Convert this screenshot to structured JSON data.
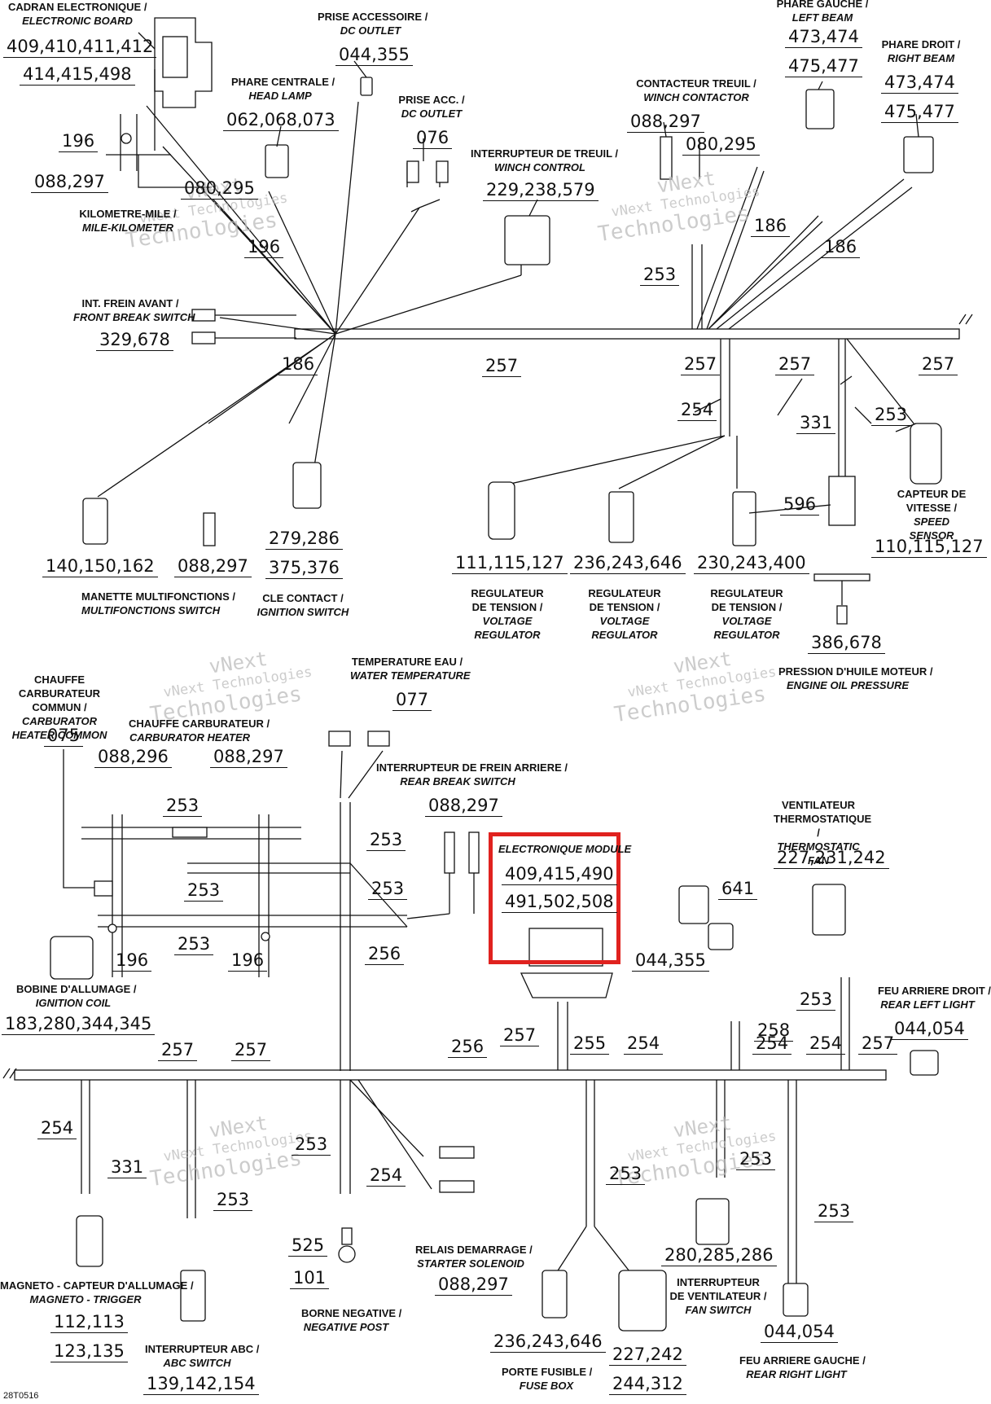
{
  "highlight_color": "#e0221f",
  "watermark": "vNext Technologies",
  "page_code": "28T0516",
  "components": [
    {
      "fr": "CADRAN ELECTRONIQUE /",
      "en": "ELECTRONIC BOARD",
      "parts": [
        "409,410,411,412",
        "414,415,498"
      ]
    },
    {
      "fr": "PRISE ACCESSOIRE /",
      "en": "DC OUTLET",
      "parts": [
        "044,355"
      ]
    },
    {
      "fr": "PHARE CENTRALE /",
      "en": "HEAD LAMP",
      "parts": [
        "062,068,073"
      ]
    },
    {
      "fr": "PRISE ACC. /",
      "en": "DC OUTLET",
      "parts": [
        "076"
      ]
    },
    {
      "fr": "INTERRUPTEUR DE TREUIL /",
      "en": "WINCH CONTROL",
      "parts": [
        "229,238,579"
      ]
    },
    {
      "fr": "CONTACTEUR TREUIL /",
      "en": "WINCH CONTACTOR",
      "parts": [
        "088,297",
        "080,295"
      ]
    },
    {
      "fr": "PHARE GAUCHE /",
      "en": "LEFT BEAM",
      "parts": [
        "473,474",
        "475,477"
      ]
    },
    {
      "fr": "PHARE DROIT /",
      "en": "RIGHT BEAM",
      "parts": [
        "473,474",
        "475,477"
      ]
    },
    {
      "fr": "KILOMETRE-MILE /",
      "en": "MILE-KILOMETER",
      "parts": [
        "196",
        "088,297",
        "080,295",
        "196"
      ]
    },
    {
      "fr": "INT. FREIN AVANT /",
      "en": "FRONT BREAK SWITCH",
      "parts": [
        "329,678"
      ]
    },
    {
      "fr": "MANETTE MULTIFONCTIONS /",
      "en": "MULTIFONCTIONS SWITCH",
      "parts": [
        "140,150,162",
        "088,297"
      ]
    },
    {
      "fr": "CLE CONTACT /",
      "en": "IGNITION SWITCH",
      "parts": [
        "279,286",
        "375,376"
      ]
    },
    {
      "fr": "REGULATEUR DE TENSION /",
      "en": "VOLTAGE REGULATOR",
      "parts": [
        "111,115,127"
      ]
    },
    {
      "fr": "REGULATEUR DE TENSION /",
      "en": "VOLTAGE REGULATOR",
      "parts": [
        "236,243,646"
      ]
    },
    {
      "fr": "REGULATEUR DE TENSION /",
      "en": "VOLTAGE REGULATOR",
      "parts": [
        "230,243,400"
      ]
    },
    {
      "fr": "CAPTEUR DE VITESSE /",
      "en": "SPEED SENSOR",
      "parts": [
        "110,115,127"
      ]
    },
    {
      "fr": "PRESSION D'HUILE MOTEUR /",
      "en": "ENGINE OIL PRESSURE",
      "parts": [
        "596",
        "386,678"
      ]
    },
    {
      "fr": "CHAUFFE CARBURATEUR COMMUN /",
      "en": "CARBURATOR HEATER COMMON",
      "parts": [
        "075"
      ]
    },
    {
      "fr": "CHAUFFE CARBURATEUR /",
      "en": "CARBURATOR HEATER",
      "parts": [
        "088,296",
        "088,297"
      ]
    },
    {
      "fr": "TEMPERATURE EAU /",
      "en": "WATER TEMPERATURE",
      "parts": [
        "077"
      ]
    },
    {
      "fr": "INTERRUPTEUR DE FREIN ARRIERE /",
      "en": "REAR BREAK SWITCH",
      "parts": [
        "088,297"
      ]
    },
    {
      "fr": "",
      "en": "ELECTRONIQUE MODULE",
      "parts": [
        "409,415,490",
        "491,502,508"
      ]
    },
    {
      "fr": "VENTILATEUR THERMOSTATIQUE /",
      "en": "THERMOSTATIC FAN",
      "parts": [
        "227,231,242"
      ]
    },
    {
      "fr": "",
      "en": "",
      "parts": [
        "641",
        "044,355"
      ]
    },
    {
      "fr": "BOBINE D'ALLUMAGE /",
      "en": "IGNITION COIL",
      "parts": [
        "183,280,344,345",
        "196",
        "196"
      ]
    },
    {
      "fr": "FEU ARRIERE DROIT /",
      "en": "REAR LEFT LIGHT",
      "parts": [
        "044,054"
      ]
    },
    {
      "fr": "MAGNETO - CAPTEUR D'ALLUMAGE /",
      "en": "MAGNETO - TRIGGER",
      "parts": [
        "112,113",
        "123,135"
      ]
    },
    {
      "fr": "INTERRUPTEUR ABC /",
      "en": "ABC SWITCH",
      "parts": [
        "139,142,154"
      ]
    },
    {
      "fr": "BORNE NEGATIVE /",
      "en": "NEGATIVE POST",
      "parts": [
        "525",
        "101"
      ]
    },
    {
      "fr": "RELAIS DEMARRAGE /",
      "en": "STARTER SOLENOID",
      "parts": [
        "088,297"
      ]
    },
    {
      "fr": "PORTE FUSIBLE /",
      "en": "FUSE BOX",
      "parts": [
        "236,243,646",
        "227,242",
        "244,312"
      ]
    },
    {
      "fr": "INTERRUPTEUR DE VENTILATEUR /",
      "en": "FAN SWITCH",
      "parts": [
        "280,285,286"
      ]
    },
    {
      "fr": "FEU ARRIERE GAUCHE /",
      "en": "REAR RIGHT LIGHT",
      "parts": [
        "044,054"
      ]
    }
  ],
  "wire_numbers": [
    "186",
    "186",
    "186",
    "253",
    "257",
    "257",
    "257",
    "257",
    "254",
    "331",
    "253",
    "253",
    "253",
    "253",
    "253",
    "253",
    "253",
    "258",
    "256",
    "257",
    "257",
    "257",
    "256",
    "255",
    "254",
    "254",
    "254",
    "257",
    "254",
    "331",
    "253",
    "253",
    "254",
    "253",
    "253",
    "253"
  ]
}
